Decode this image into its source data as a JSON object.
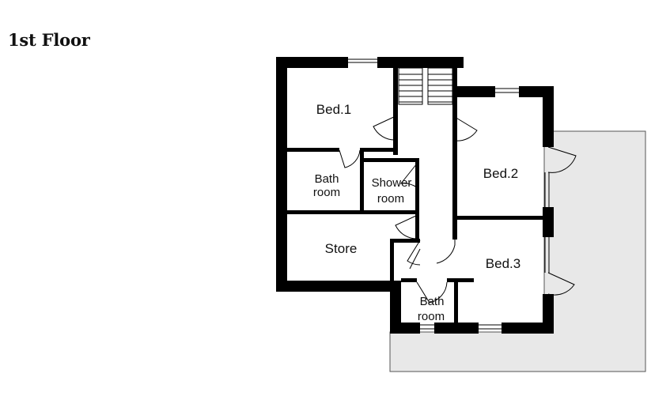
{
  "title": "1st Floor",
  "colors": {
    "wall": "#000000",
    "terrace_fill": "#e8e8e8",
    "terrace_stroke": "#555555",
    "line": "#000000"
  },
  "rooms": {
    "bed1": {
      "label": "Bed.1"
    },
    "bath1": {
      "line1": "Bath",
      "line2": "room"
    },
    "shower": {
      "line1": "Shower",
      "line2": "room"
    },
    "store": {
      "label": "Store"
    },
    "bed2": {
      "label": "Bed.2"
    },
    "bed3": {
      "label": "Bed.3"
    },
    "bath2": {
      "line1": "Bath",
      "line2": "room"
    }
  }
}
